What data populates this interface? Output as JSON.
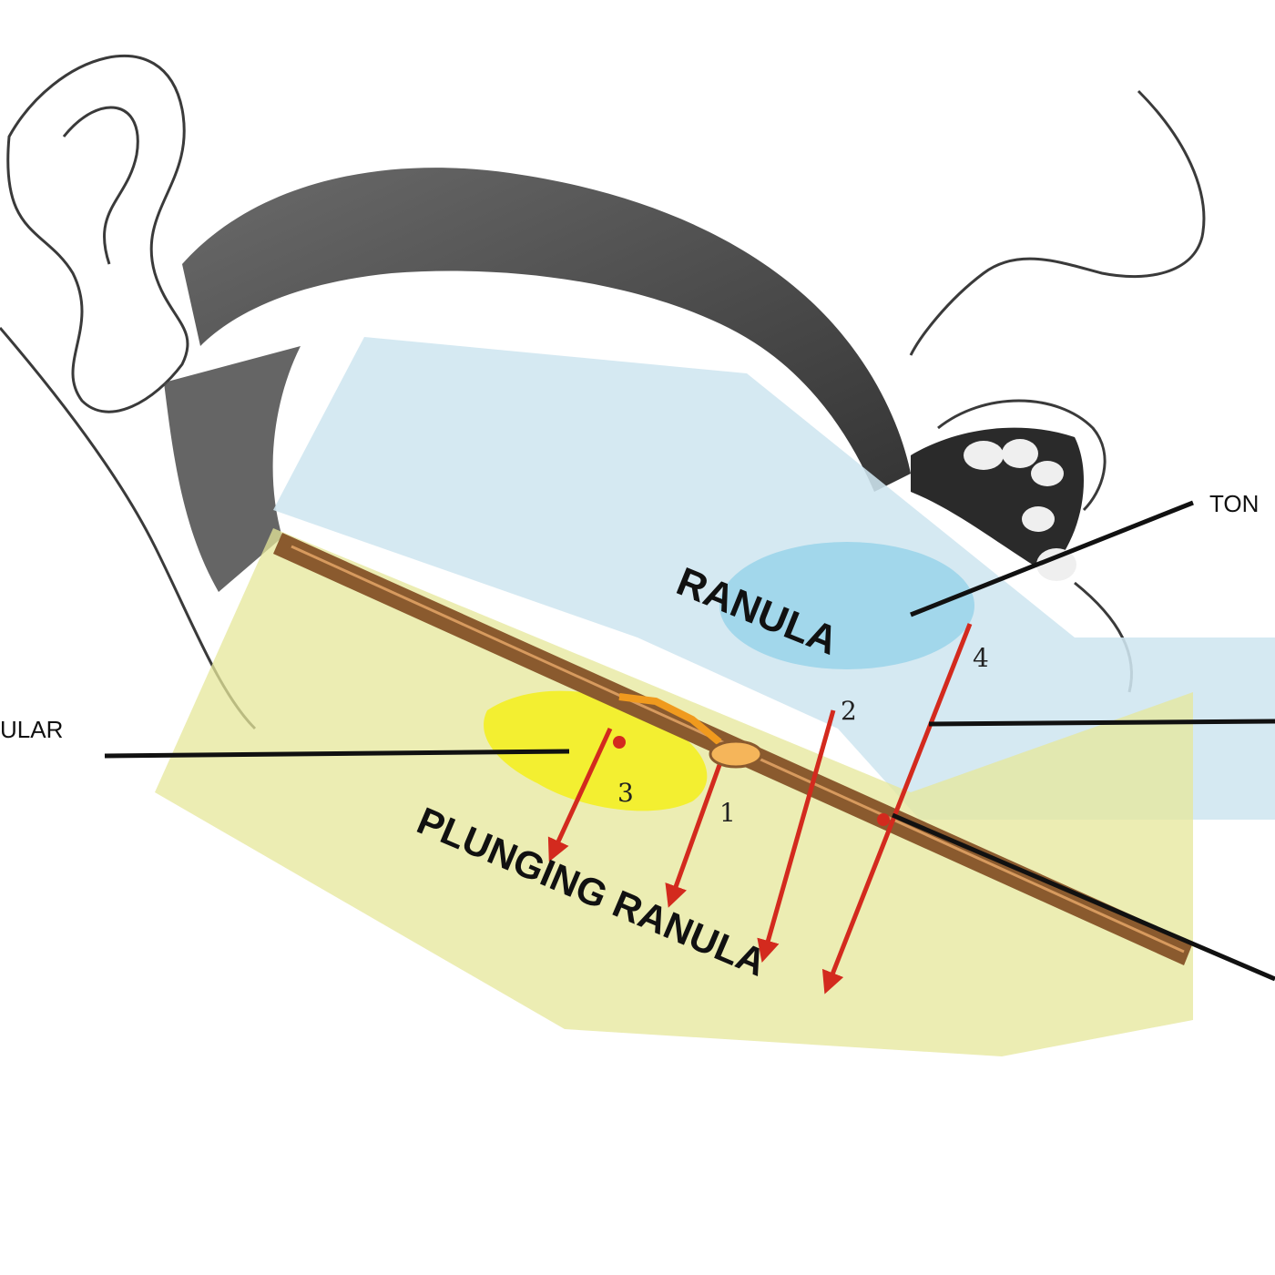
{
  "diagram": {
    "labels": {
      "tongue_partial": "TON",
      "sublingual_partial": "ULAR",
      "ranula": "RANULA",
      "plunging_ranula": "PLUNGING RANULA"
    },
    "route_numbers": [
      "1",
      "2",
      "3",
      "4"
    ],
    "colors": {
      "tongue_region": "#cfe6f0",
      "ranula_cyst": "#9fd6ea",
      "submandibular_region": "#e6e79a",
      "sublingual_gland": "#f3ef2a",
      "mylohyoid_band": "#8a5a2e",
      "arrow_red": "#d32a1e",
      "sketch_gray": "#3a3a3a"
    },
    "icons": [
      "head-anatomy-sketch",
      "arrow-down-icon"
    ]
  }
}
